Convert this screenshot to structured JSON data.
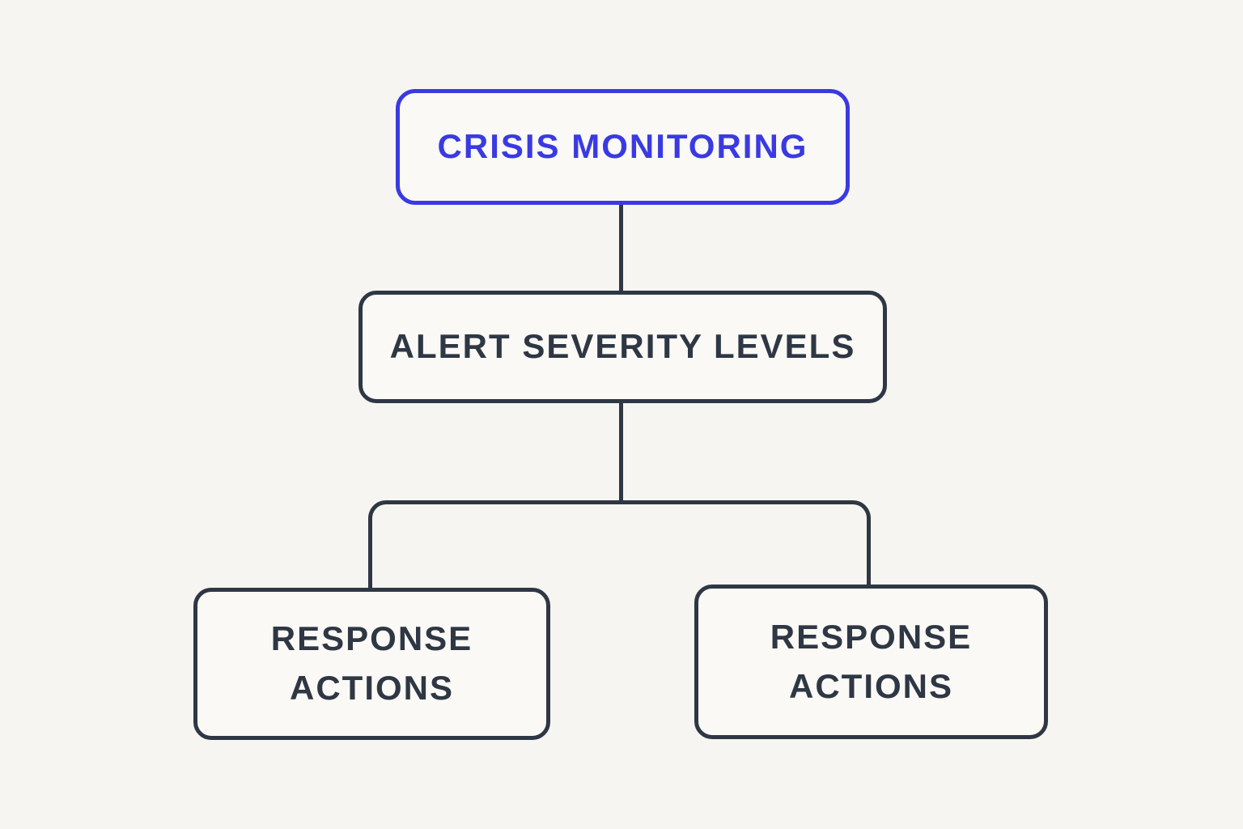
{
  "colors": {
    "background": "#f7f5f2",
    "accent_blue": "#3a3ae2",
    "ink_dark": "#2e3743"
  },
  "diagram": {
    "type": "flowchart",
    "nodes": [
      {
        "id": "root",
        "label": "CRISIS MONITORING",
        "level": 1,
        "style": "blue-outline"
      },
      {
        "id": "severity",
        "label": "ALERT SEVERITY LEVELS",
        "level": 2,
        "style": "dark-outline"
      },
      {
        "id": "response_left",
        "label": "RESPONSE ACTIONS",
        "level": 3,
        "style": "dark-outline"
      },
      {
        "id": "response_right",
        "label": "RESPONSE ACTIONS",
        "level": 3,
        "style": "dark-outline"
      }
    ],
    "edges": [
      {
        "from": "root",
        "to": "severity"
      },
      {
        "from": "severity",
        "to": "response_left"
      },
      {
        "from": "severity",
        "to": "response_right"
      }
    ]
  }
}
